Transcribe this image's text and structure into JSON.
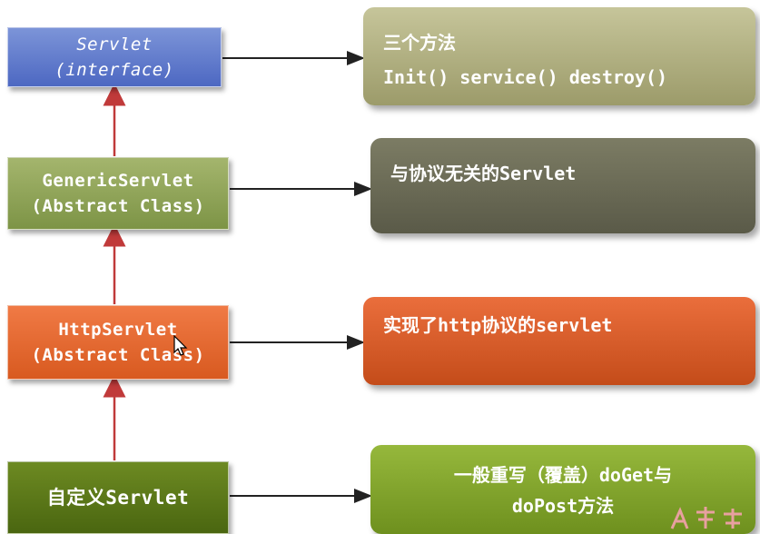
{
  "classes": {
    "servlet": {
      "line1": "Servlet",
      "line2": "(interface)",
      "color": "#5a74c8"
    },
    "generic": {
      "line1": "GenericServlet",
      "line2": "(Abstract  Class)",
      "color": "#8ea056"
    },
    "http": {
      "line1": "HttpServlet",
      "line2": "(Abstract  Class)",
      "color": "#e36a30"
    },
    "custom": {
      "line1": "自定义Servlet",
      "color": "#587818"
    }
  },
  "notes": {
    "servlet": {
      "line1": "三个方法",
      "line2": "Init() service() destroy()"
    },
    "generic": {
      "line1": "与协议无关的Servlet"
    },
    "http": {
      "line1": "实现了http协议的servlet"
    },
    "custom": {
      "line1": "一般重写（覆盖）doGet与",
      "line2": "doPost方法"
    }
  },
  "colors": {
    "inherit_arrow": "#c03a3a",
    "note_arrow": "#222222"
  }
}
